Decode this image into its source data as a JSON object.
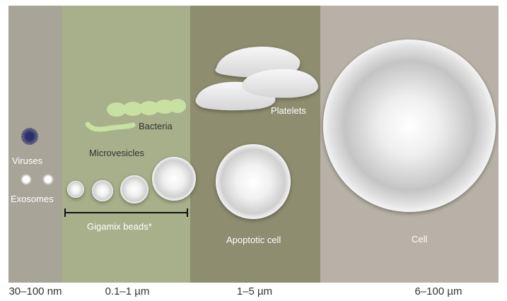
{
  "zones": [
    {
      "range_label": "30–100 nm",
      "color": "#a9a498"
    },
    {
      "range_label": "0.1–1 µm",
      "color": "#a7b08a"
    },
    {
      "range_label": "1–5 µm",
      "color": "#8f8d70"
    },
    {
      "range_label": "6–100 µm",
      "color": "#b7b1a7"
    }
  ],
  "labels": {
    "viruses": "Viruses",
    "exosomes": "Exosomes",
    "microvesicles": "Microvesicles",
    "bacteria": "Bacteria",
    "gigamix_beads": "Gigamix beads*",
    "platelets": "Platelets",
    "apoptotic_cell": "Apoptotic cell",
    "cell": "Cell"
  },
  "colors": {
    "virus": "#2a2f6e",
    "bacteria": "#c9e0a3",
    "particle": "#e6e6e6"
  }
}
